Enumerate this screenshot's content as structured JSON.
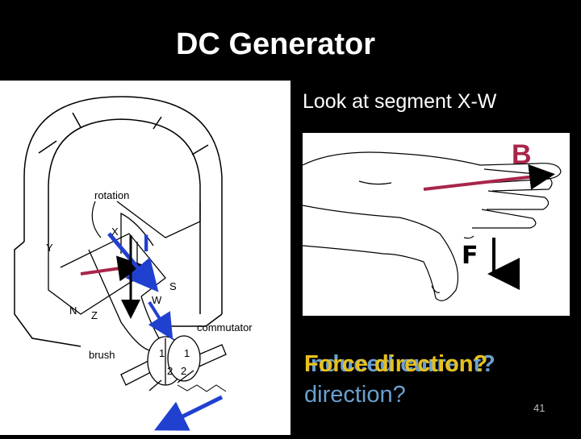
{
  "slide": {
    "title": "DC Generator",
    "segment_heading": "Look at segment  X-W",
    "question_induced": "Induced current?",
    "question_force": "Force direction?",
    "question_direction_line": "direction?",
    "slide_number": "41"
  },
  "diagram_labels": {
    "rotation": "rotation",
    "x": "X",
    "y": "Y",
    "current": "I",
    "s": "S",
    "w": "W",
    "n": "N",
    "z": "Z",
    "commutator": "commutator",
    "brush": "brush",
    "segment_1a": "1",
    "segment_2a": "2",
    "segment_1b": "1",
    "segment_2b": "2"
  },
  "hand_labels": {
    "b": "B",
    "f": "F"
  },
  "colors": {
    "title": "#ffffff",
    "b_arrow": "#a8254a",
    "current_arrow": "#2040d0",
    "question_force": "#e8c01c",
    "question_induced": "#6aa0d0"
  }
}
